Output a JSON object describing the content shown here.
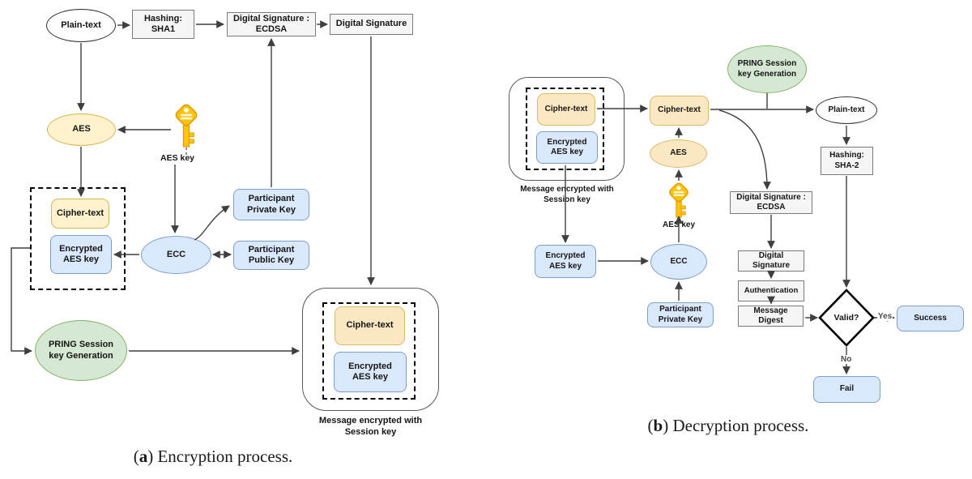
{
  "figure": {
    "type": "flowchart-pair",
    "topic": "AES/ECC hybrid encryption and decryption with PRING session key"
  },
  "palette": {
    "yellow_fill": "#FFF2CC",
    "yellow_border": "#D6B656",
    "cream_fill": "#FBE8C2",
    "blue_fill": "#DAE8FC",
    "blue_border": "#6C8EBF",
    "green_fill": "#D5E8D4",
    "green_border": "#82B366",
    "gray_fill": "#F5F5F5",
    "key_gold": "#FFC30B",
    "line": "#3f3f3f"
  },
  "enc": {
    "plain_text": "Plain-text",
    "hashing": "Hashing:\nSHA1",
    "ecdsa": "Digital Signature :\nECDSA",
    "digital_signature": "Digital Signature",
    "aes": "AES",
    "aes_key": "AES key",
    "cipher_text": "Cipher-text",
    "encrypted_aes_key": "Encrypted\nAES key",
    "ecc": "ECC",
    "private_key": "Participant\nPrivate Key",
    "public_key": "Participant\nPublic Key",
    "pring": "PRING Session\nkey Generation",
    "out_cipher_text": "Cipher-text",
    "out_encrypted_aes_key": "Encrypted\nAES key",
    "out_label": "Message encrypted with\nSession key",
    "caption_open": "(",
    "caption_letter": "a",
    "caption_close": ")",
    "caption_text": " Encryption process."
  },
  "dec": {
    "in_cipher_text": "Cipher-text",
    "in_encrypted_aes_key": "Encrypted\nAES key",
    "in_label": "Message encrypted with\nSession key",
    "cipher_text": "Cipher-text",
    "aes": "AES",
    "aes_key": "AES key",
    "pring": "PRING Session\nkey Generation",
    "plain_text": "Plain-text",
    "hashing": "Hashing:\nSHA-2",
    "ecdsa": "Digital Signature :\nECDSA",
    "digital_signature": "Digital\nSignature",
    "authentication": "Authentication",
    "message_digest": "Message\nDigest",
    "encrypted_aes_key": "Encrypted\nAES key",
    "ecc": "ECC",
    "private_key": "Participant\nPrivate Key",
    "valid": "Valid?",
    "yes": "Yes",
    "no": "No",
    "success": "Success",
    "fail": "Fail",
    "caption_open": "(",
    "caption_letter": "b",
    "caption_close": ")",
    "caption_text": " Decryption process."
  }
}
